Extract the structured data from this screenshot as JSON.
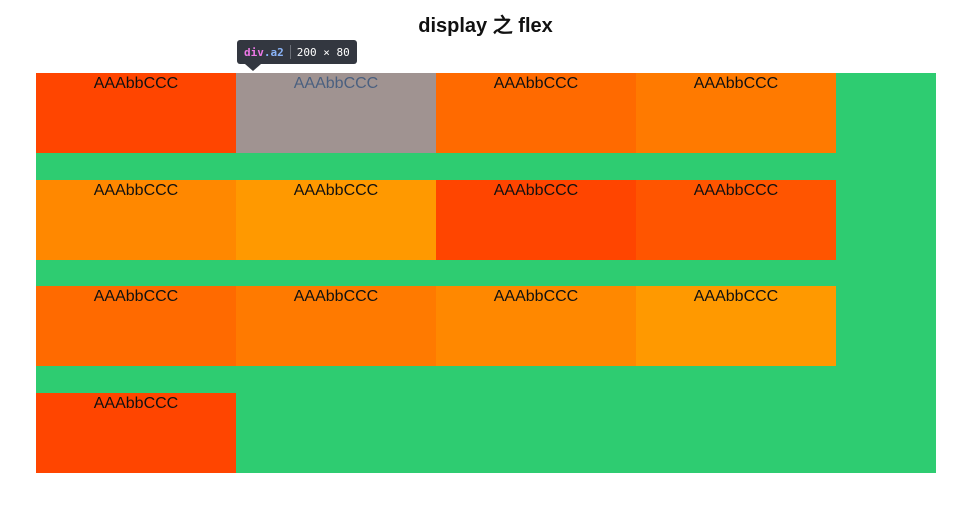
{
  "page": {
    "title": "display 之 flex"
  },
  "container": {
    "background": "#2ecc71",
    "boxes": [
      {
        "label": "AAAbbCCC",
        "color": "#ff4500"
      },
      {
        "label": "AAAbbCCC",
        "color": "#ff6a00"
      },
      {
        "label": "AAAbbCCC",
        "color": "#ff6a00"
      },
      {
        "label": "AAAbbCCC",
        "color": "#ff7a00"
      },
      {
        "label": "AAAbbCCC",
        "color": "#ff8800"
      },
      {
        "label": "AAAbbCCC",
        "color": "#ff9900"
      },
      {
        "label": "AAAbbCCC",
        "color": "#ff4500"
      },
      {
        "label": "AAAbbCCC",
        "color": "#ff5500"
      },
      {
        "label": "AAAbbCCC",
        "color": "#ff6a00"
      },
      {
        "label": "AAAbbCCC",
        "color": "#ff7a00"
      },
      {
        "label": "AAAbbCCC",
        "color": "#ff8800"
      },
      {
        "label": "AAAbbCCC",
        "color": "#ff9900"
      },
      {
        "label": "AAAbbCCC",
        "color": "#ff4500"
      }
    ],
    "highlighted_index": 1
  },
  "inspector_tooltip": {
    "tag": "div",
    "class": ".a2",
    "dimensions": "200 × 80"
  }
}
